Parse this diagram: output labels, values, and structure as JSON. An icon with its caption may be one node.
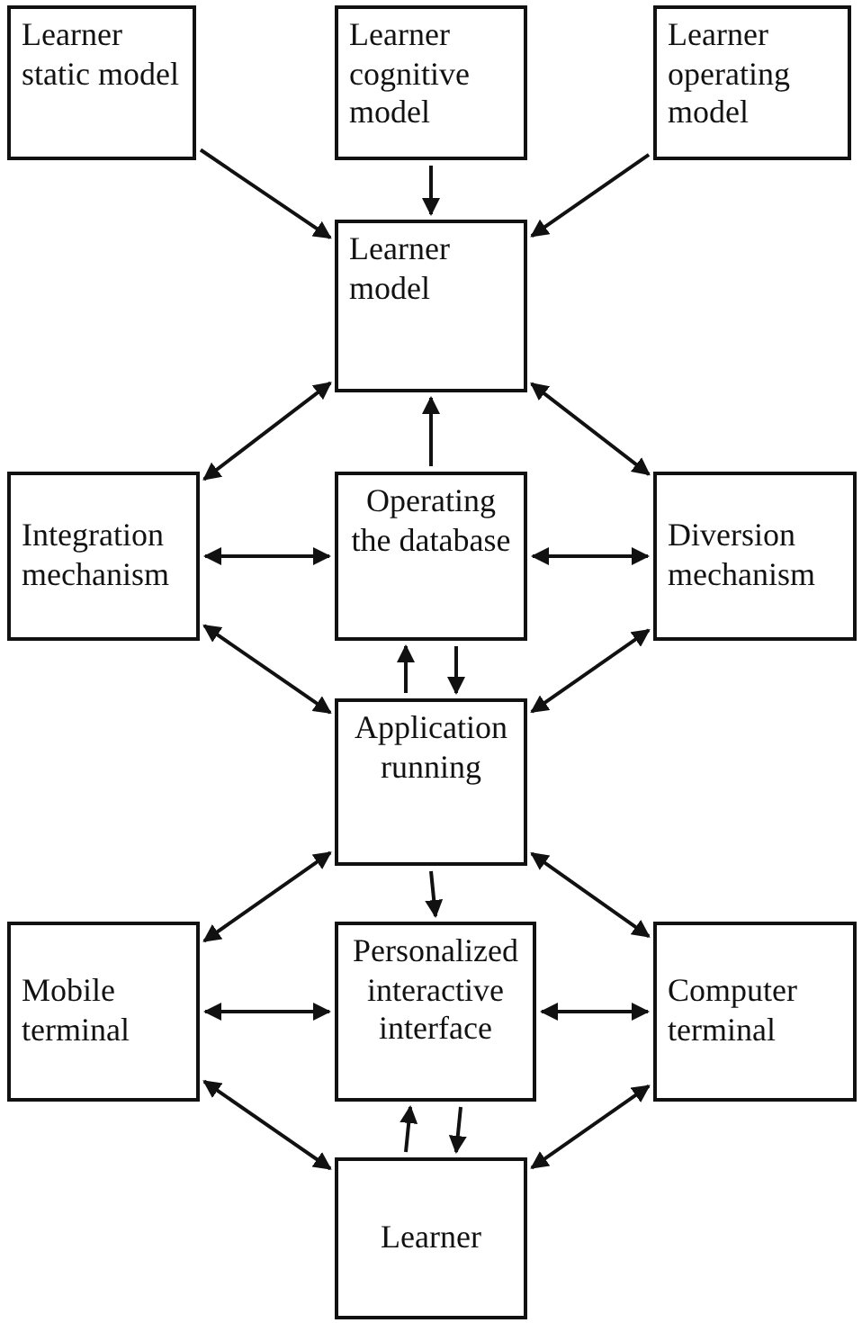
{
  "diagram": {
    "nodes": [
      {
        "text": [
          "Learner static model"
        ]
      },
      {
        "text": [
          "Learner cognitive model"
        ]
      },
      {
        "text": [
          "Learner operating model"
        ]
      },
      {
        "text": [
          "Learner model"
        ]
      },
      {
        "text": [
          "Integration mechanism"
        ]
      },
      {
        "text": [
          "Operating the database"
        ]
      },
      {
        "text": [
          "Diversion mechanism"
        ]
      },
      {
        "text": [
          "Application running"
        ]
      },
      {
        "text": [
          "Mobile terminal"
        ]
      },
      {
        "text": [
          "Personalized interactive interface"
        ]
      },
      {
        "text": [
          "Computer terminal"
        ]
      },
      {
        "text": [
          "Learner"
        ]
      }
    ],
    "edges": [
      {
        "from": 0,
        "to": 3,
        "arrow": "to"
      },
      {
        "from": 1,
        "to": 3,
        "arrow": "to"
      },
      {
        "from": 2,
        "to": 3,
        "arrow": "to"
      },
      {
        "from": 3,
        "to": 4,
        "arrow": "both"
      },
      {
        "from": 3,
        "to": 6,
        "arrow": "both"
      },
      {
        "from": 5,
        "to": 3,
        "arrow": "to"
      },
      {
        "from": 4,
        "to": 5,
        "arrow": "both"
      },
      {
        "from": 5,
        "to": 6,
        "arrow": "both"
      },
      {
        "from": 7,
        "to": 5,
        "arrow": "to"
      },
      {
        "from": 5,
        "to": 7,
        "arrow": "to"
      },
      {
        "from": 4,
        "to": 7,
        "arrow": "both"
      },
      {
        "from": 6,
        "to": 7,
        "arrow": "both"
      },
      {
        "from": 7,
        "to": 8,
        "arrow": "both"
      },
      {
        "from": 7,
        "to": 10,
        "arrow": "both"
      },
      {
        "from": 7,
        "to": 9,
        "arrow": "to"
      },
      {
        "from": 8,
        "to": 9,
        "arrow": "both"
      },
      {
        "from": 9,
        "to": 10,
        "arrow": "both"
      },
      {
        "from": 11,
        "to": 9,
        "arrow": "to"
      },
      {
        "from": 9,
        "to": 11,
        "arrow": "to"
      },
      {
        "from": 8,
        "to": 11,
        "arrow": "both"
      },
      {
        "from": 10,
        "to": 11,
        "arrow": "both"
      }
    ]
  }
}
